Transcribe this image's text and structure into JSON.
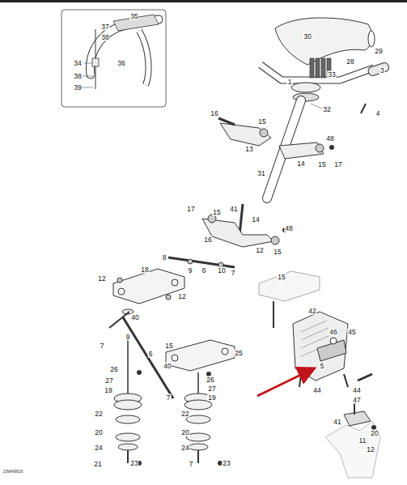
{
  "diagram": {
    "labels": [
      "37",
      "38",
      "35",
      "36",
      "34",
      "38",
      "39",
      "30",
      "29",
      "3",
      "28",
      "33",
      "1",
      "32",
      "4",
      "16",
      "15",
      "13",
      "48",
      "14",
      "15",
      "17",
      "31",
      "41",
      "17",
      "15",
      "14",
      "48",
      "16",
      "12",
      "15",
      "8",
      "9",
      "6",
      "10",
      "7",
      "18",
      "12",
      "12",
      "40",
      "15",
      "42",
      "46",
      "45",
      "5",
      "7",
      "9",
      "6",
      "15",
      "25",
      "40",
      "26",
      "27",
      "19",
      "26",
      "27",
      "19",
      "7",
      "44",
      "44",
      "47",
      "22",
      "22",
      "20",
      "20",
      "41",
      "20",
      "11",
      "12",
      "24",
      "24",
      "21",
      "23",
      "7",
      "23",
      "23WA8816"
    ]
  }
}
